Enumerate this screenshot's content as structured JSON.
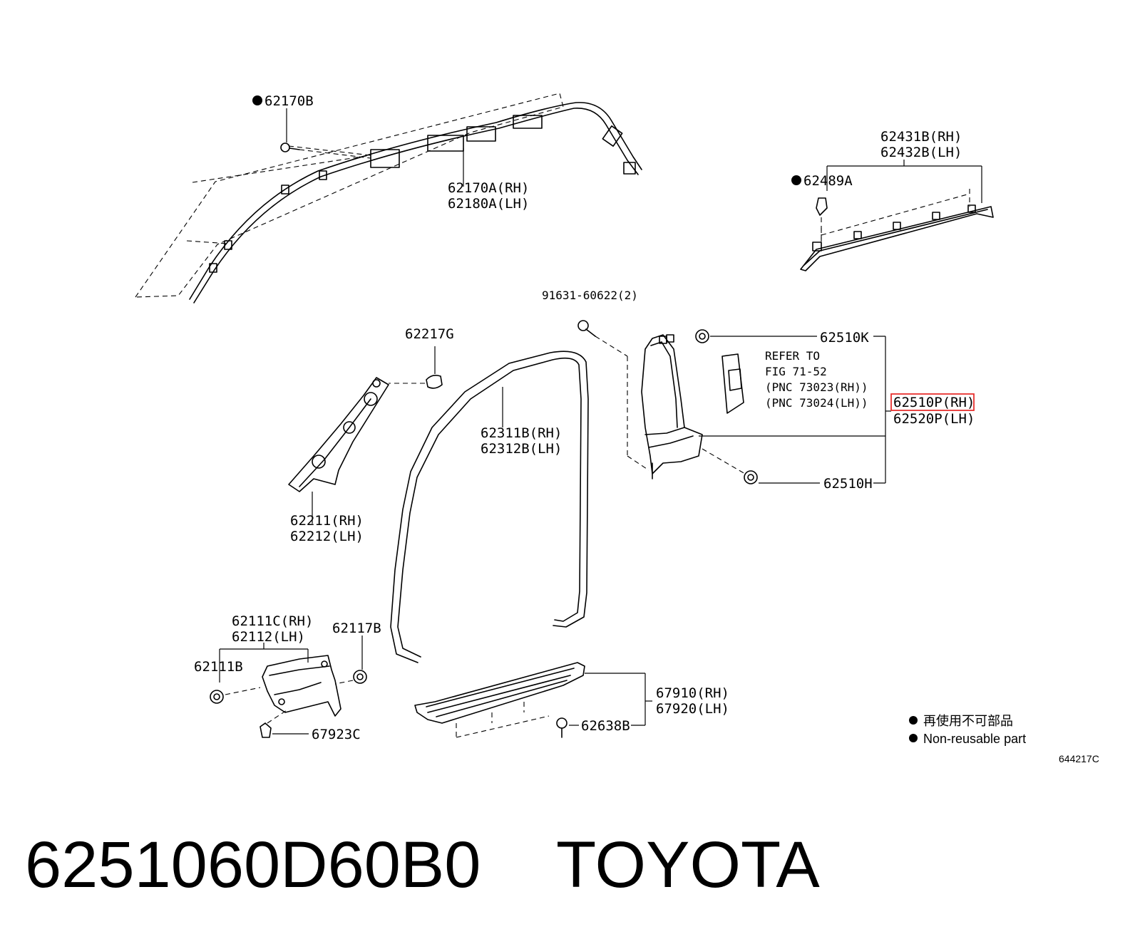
{
  "labels": {
    "p62170b": "62170B",
    "p62170a_rh": "62170A(RH)",
    "p62180a_lh": "62180A(LH)",
    "p62431b_rh": "62431B(RH)",
    "p62432b_lh": "62432B(LH)",
    "p62489a": "62489A",
    "p91631": "91631-60622(2)",
    "p62217g": "62217G",
    "p62510k": "62510K",
    "refer_1": "REFER TO",
    "refer_2": "FIG 71-52",
    "refer_3": "(PNC 73023(RH))",
    "refer_4": "(PNC 73024(LH))",
    "p62510p_rh": "62510P(RH)",
    "p62520p_lh": "62520P(LH)",
    "p62510h": "62510H",
    "p62311b_rh": "62311B(RH)",
    "p62312b_lh": "62312B(LH)",
    "p62211_rh": "62211(RH)",
    "p62212_lh": "62212(LH)",
    "p62111c_rh": "62111C(RH)",
    "p62112_lh": "62112(LH)",
    "p62117b": "62117B",
    "p62111b": "62111B",
    "p67923c": "67923C",
    "p67910_rh": "67910(RH)",
    "p67920_lh": "67920(LH)",
    "p62638b": "62638B"
  },
  "legend": {
    "cn": "再使用不可部品",
    "en": "Non-reusable part"
  },
  "figure_number": "644217C",
  "caption": {
    "part_number": "6251060D60B0",
    "brand": "TOYOTA"
  },
  "colors": {
    "line": "#000000",
    "highlight": "#e8322f",
    "background": "#ffffff"
  }
}
